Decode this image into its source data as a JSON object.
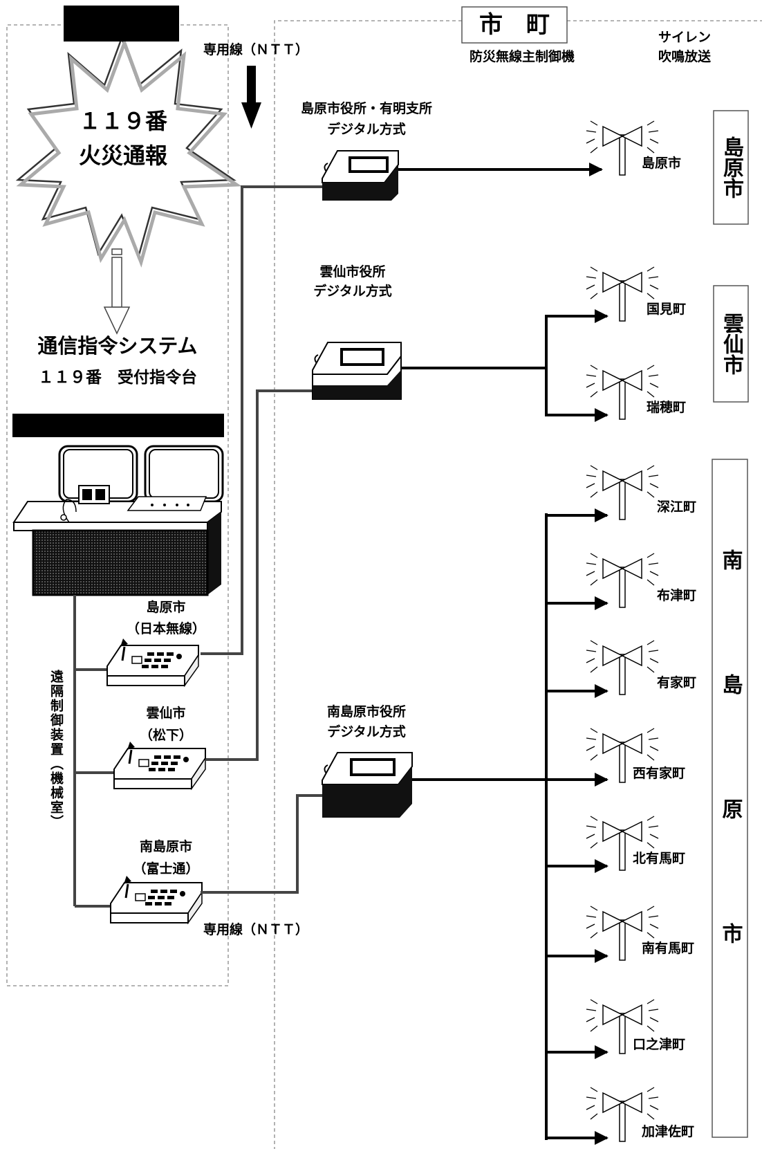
{
  "header": {
    "city_town": "市　町",
    "controller_label": "防災無線主制御機",
    "siren_label_1": "サイレン",
    "siren_label_2": "吹鳴放送"
  },
  "line_label_top": "専用線（ＮＴＴ）",
  "line_label_bottom": "専用線（ＮＴＴ）",
  "fire_report": {
    "line1": "１１９番",
    "line2": "火災通報"
  },
  "command_system": {
    "title": "通信指令システム",
    "subtitle": "１１９番　受付指令台"
  },
  "remote_control": "遠隔制御装置（機械室）",
  "remote_units": [
    {
      "city": "島原市",
      "maker": "（日本無線）"
    },
    {
      "city": "雲仙市",
      "maker": "（松下）"
    },
    {
      "city": "南島原市",
      "maker": "（富士通）"
    }
  ],
  "controllers": [
    {
      "line1": "島原市役所・有明支所",
      "line2": "デジタル方式"
    },
    {
      "line1": "雲仙市役所",
      "line2": "デジタル方式"
    },
    {
      "line1": "南島原市役所",
      "line2": "デジタル方式"
    }
  ],
  "municipalities": [
    {
      "name": "島原市"
    },
    {
      "name": "雲仙市"
    },
    {
      "name": "南島原市"
    }
  ],
  "sirens": [
    {
      "name": "島原市"
    },
    {
      "name": "国見町"
    },
    {
      "name": "瑞穂町"
    },
    {
      "name": "深江町"
    },
    {
      "name": "布津町"
    },
    {
      "name": "有家町"
    },
    {
      "name": "西有家町"
    },
    {
      "name": "北有馬町"
    },
    {
      "name": "南有馬町"
    },
    {
      "name": "口之津町"
    },
    {
      "name": "加津佐町"
    }
  ]
}
